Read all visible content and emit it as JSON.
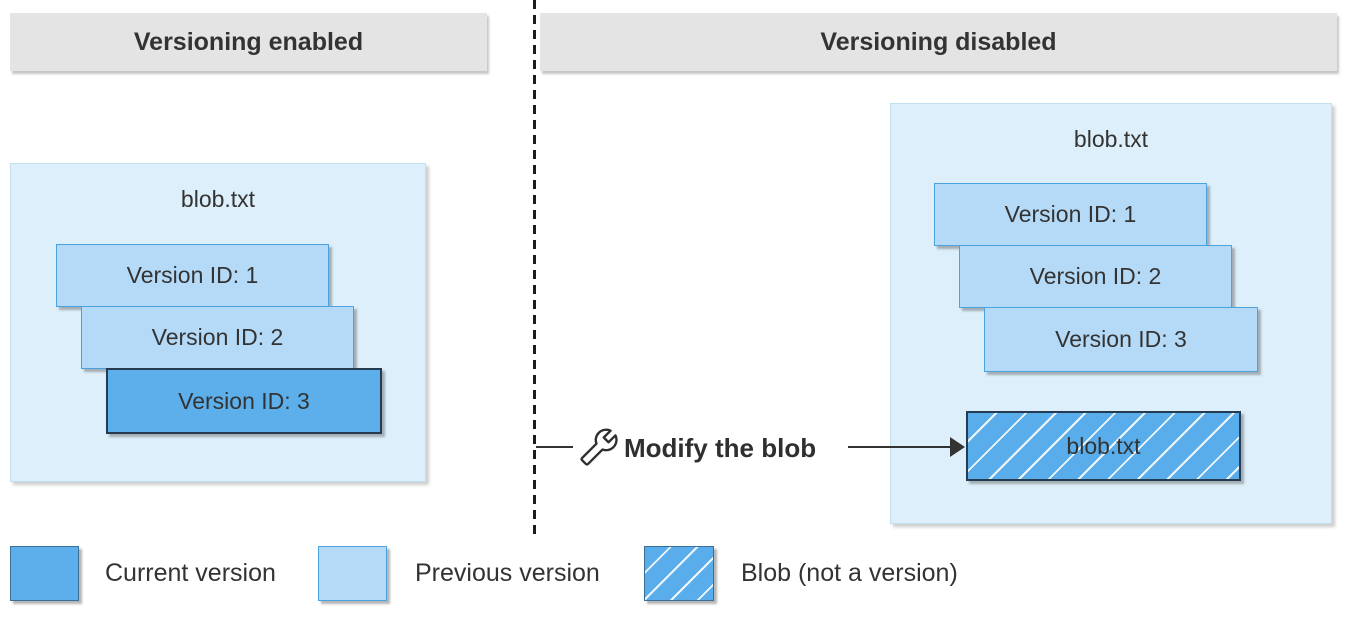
{
  "headers": {
    "left": "Versioning enabled",
    "right": "Versioning disabled"
  },
  "left_panel": {
    "title": "blob.txt",
    "versions": [
      {
        "label": "Version ID: 1",
        "type": "previous"
      },
      {
        "label": "Version ID: 2",
        "type": "previous"
      },
      {
        "label": "Version ID: 3",
        "type": "current"
      }
    ]
  },
  "right_panel": {
    "title": "blob.txt",
    "versions": [
      {
        "label": "Version ID: 1",
        "type": "previous"
      },
      {
        "label": "Version ID: 2",
        "type": "previous"
      },
      {
        "label": "Version ID: 3",
        "type": "previous"
      }
    ],
    "blob": {
      "label": "blob.txt",
      "type": "blob-not-a-version"
    }
  },
  "action": {
    "label": "Modify the blob",
    "icon": "wrench-icon"
  },
  "legend": [
    {
      "label": "Current version",
      "swatch": "current"
    },
    {
      "label": "Previous version",
      "swatch": "previous"
    },
    {
      "label": "Blob (not a version)",
      "swatch": "blob"
    }
  ],
  "colors": {
    "current_version": "#5cafea",
    "previous_version": "#b5daf7",
    "container_background": "#ddeffa",
    "header_background": "#e4e4e4",
    "dark_border": "#253b52",
    "light_border": "#4aa3de",
    "text": "#333333",
    "hatch_line": "#ffffff"
  }
}
